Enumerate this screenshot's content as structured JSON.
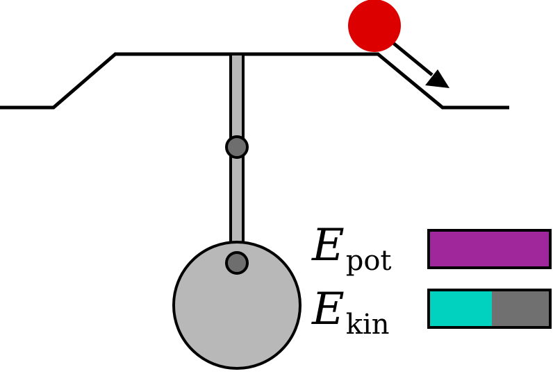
{
  "energy": {
    "potential": {
      "symbol": "E",
      "subscript": "pot",
      "level": 1.0,
      "color": "#a0269b"
    },
    "kinetic": {
      "symbol": "E",
      "subscript": "kin",
      "level": 0.52,
      "color": "#00d2bf"
    },
    "bar_empty_color": "#707070"
  },
  "colors": {
    "ball": "#dd0000",
    "pendulum": "#b8b8b8",
    "pivot": "#6e6e6e",
    "outline": "#000000"
  },
  "ball": {
    "direction": "down-right"
  }
}
